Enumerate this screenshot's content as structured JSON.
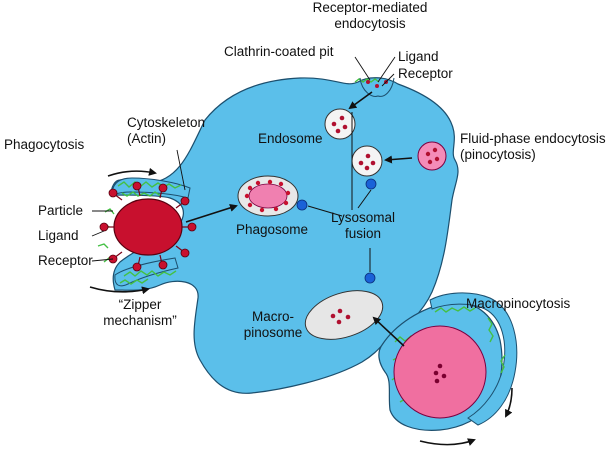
{
  "labels": {
    "receptor_mediated_1": "Receptor-mediated",
    "receptor_mediated_2": "endocytosis",
    "clathrin": "Clathrin-coated pit",
    "ligand_top": "Ligand",
    "receptor_top": "Receptor",
    "endosome": "Endosome",
    "fluid_1": "Fluid-phase endocytosis",
    "fluid_2": "(pinocytosis)",
    "cytoskeleton_1": "Cytoskeleton",
    "cytoskeleton_2": "(Actin)",
    "phagocytosis": "Phagocytosis",
    "particle": "Particle",
    "ligand_left": "Ligand",
    "receptor_left": "Receptor",
    "phagosome": "Phagosome",
    "lysosomal_1": "Lysosomal",
    "lysosomal_2": "fusion",
    "zipper_1": "“Zipper",
    "zipper_2": "mechanism”",
    "macro_1": "Macro-",
    "macro_2": "pinosome",
    "macropinocytosis": "Macropinocytosis"
  },
  "colors": {
    "cell": "#5bbfea",
    "actin": "#44c044",
    "particle": "#c8102e",
    "lysosome": "#1a62d8",
    "vesicle_dots": "#b01030"
  }
}
